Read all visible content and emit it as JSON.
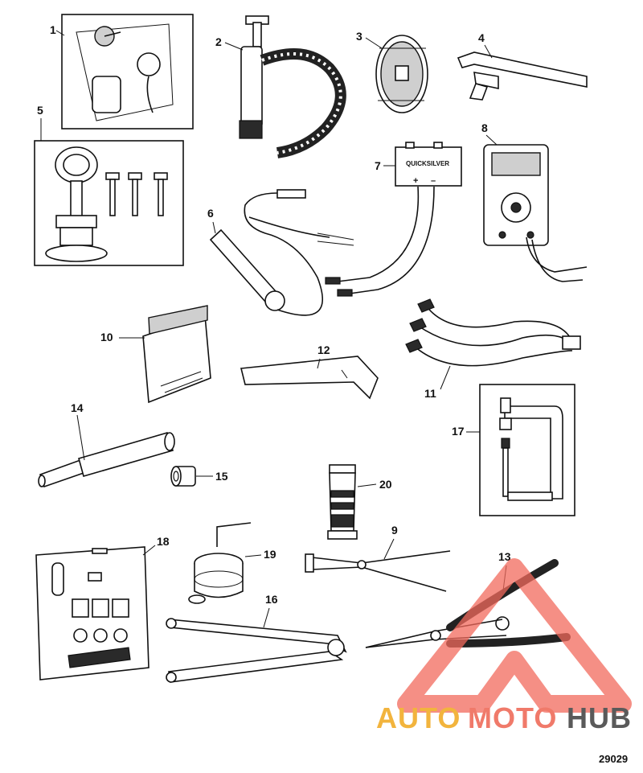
{
  "figure_number": "29029",
  "callouts": [
    "1",
    "2",
    "3",
    "4",
    "5",
    "6",
    "7",
    "8",
    "9",
    "10",
    "11",
    "12",
    "13",
    "14",
    "15",
    "16",
    "17",
    "18",
    "19",
    "20"
  ],
  "tool_labels": {
    "quicksilver_box": "QUICKSILVER",
    "plus_sign": "+",
    "minus_sign": "–"
  },
  "watermark": {
    "part1": "AUTO",
    "part2": "MOTO",
    "part3": "HUB",
    "color_part1": "#f2b43d",
    "color_part2": "#f07a6a",
    "color_part3": "#5a5a5a",
    "triangle_color": "#f26a5c"
  }
}
